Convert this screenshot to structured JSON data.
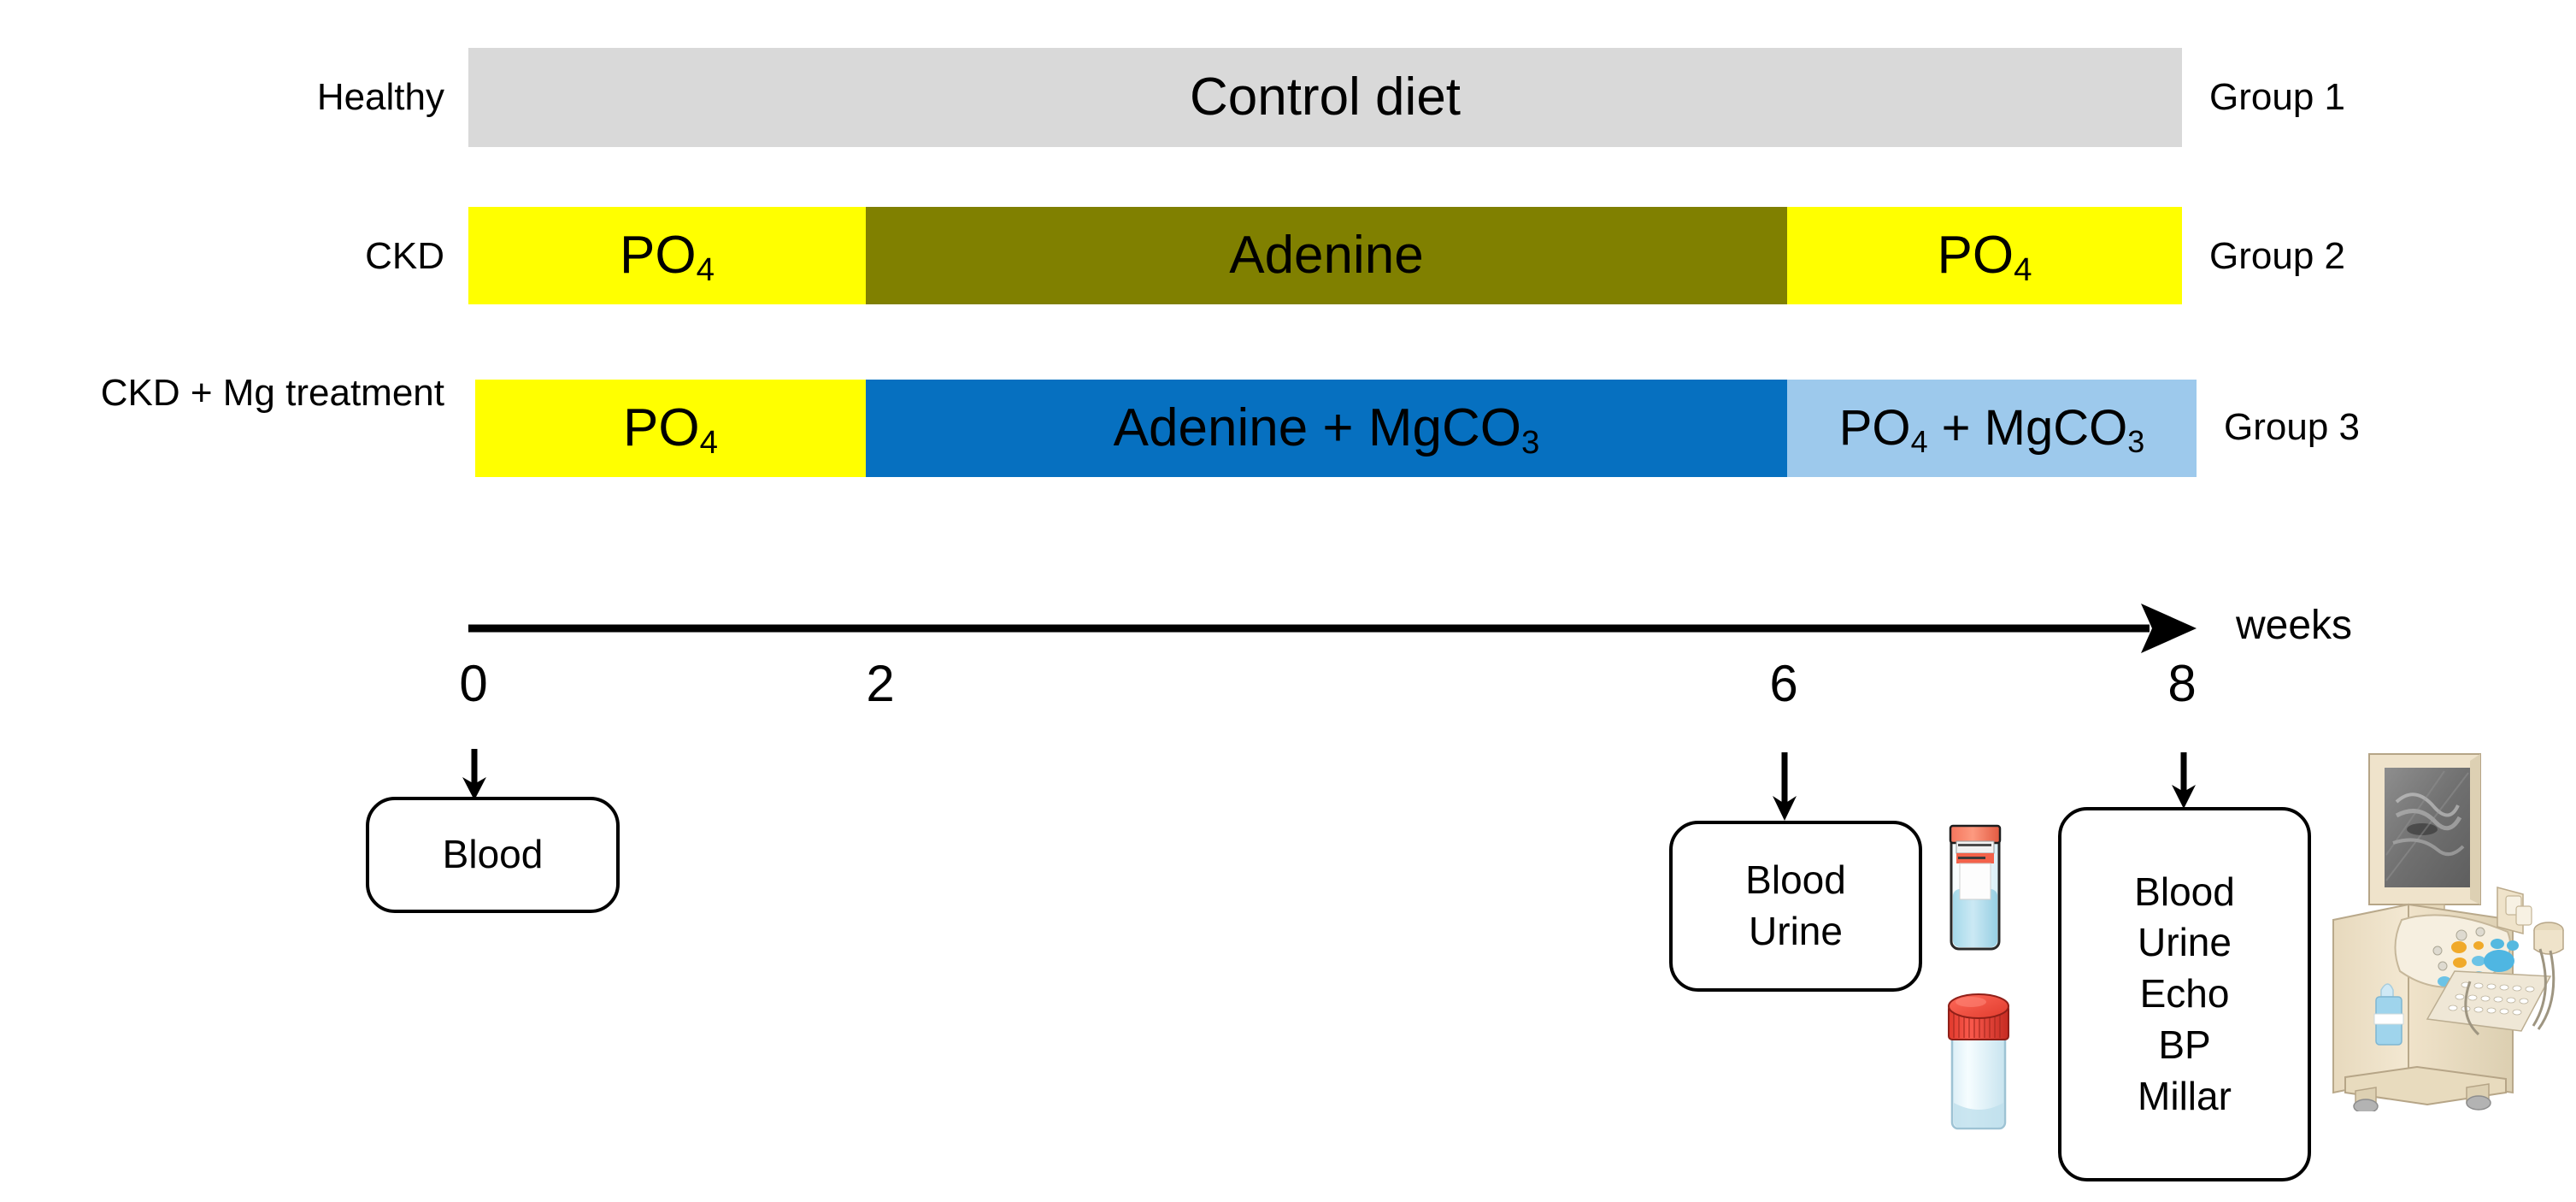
{
  "figure": {
    "type": "study-design-timeline",
    "axis_label": "weeks",
    "ticks": [
      "0",
      "2",
      "6",
      "8"
    ]
  },
  "rows": [
    {
      "label": "Healthy",
      "group": "Group 1",
      "segments": [
        {
          "text": "Control diet",
          "sub": "",
          "color": "#D9D9D9",
          "text_color": "#000000"
        }
      ]
    },
    {
      "label": "CKD",
      "group": "Group 2",
      "segments": [
        {
          "text": "PO",
          "sub": "4",
          "color": "#FFFF00",
          "text_color": "#000000"
        },
        {
          "text": "Adenine",
          "sub": "",
          "color": "#808000",
          "text_color": "#000000"
        },
        {
          "text": "PO",
          "sub": "4",
          "color": "#FFFF00",
          "text_color": "#000000"
        }
      ]
    },
    {
      "label": "CKD + Mg treatment",
      "group": "Group 3",
      "segments": [
        {
          "text": "PO",
          "sub": "4",
          "color": "#FFFF00",
          "text_color": "#000000"
        },
        {
          "text": "Adenine + MgCO",
          "sub": "3",
          "color": "#0670C0",
          "text_color": "#000000"
        },
        {
          "text": "PO",
          "sub": "4",
          "color": "#9DC9EC",
          "text_color": "#000000",
          "text2": " + MgCO",
          "sub2": "3"
        }
      ]
    }
  ],
  "timepoints": [
    {
      "week": "0",
      "measurements": [
        "Blood"
      ]
    },
    {
      "week": "2",
      "measurements": []
    },
    {
      "week": "6",
      "measurements": [
        "Blood",
        "Urine"
      ]
    },
    {
      "week": "8",
      "measurements": [
        "Blood",
        "Urine",
        "Echo",
        "BP",
        "Millar"
      ]
    }
  ],
  "icons": {
    "blood_tube": "blood-collection-tube-icon",
    "urine_jar": "urine-sample-jar-icon",
    "ultrasound": "ultrasound-machine-icon"
  },
  "colors": {
    "control_gray": "#D9D9D9",
    "phosphate_yellow": "#FFFF00",
    "adenine_olive": "#808000",
    "adenine_mg_blue": "#0670C0",
    "phosphate_mg_lightblue": "#9DC9EC"
  }
}
